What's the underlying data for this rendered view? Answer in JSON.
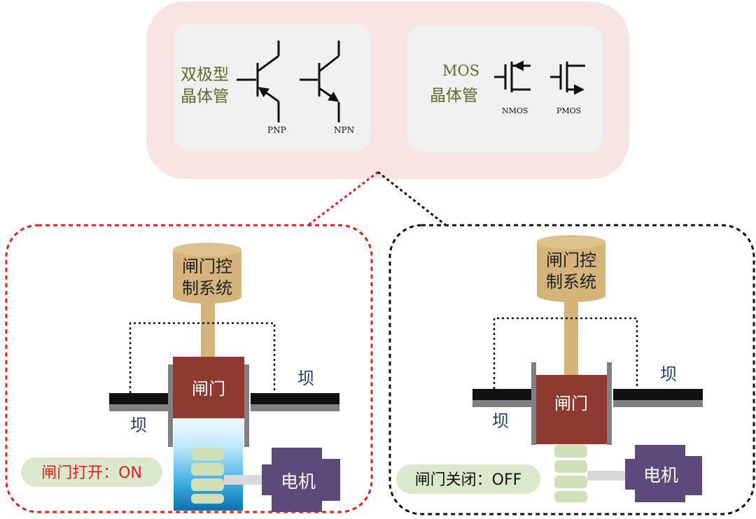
{
  "top": {
    "bipolar_label_line1": "双极型",
    "bipolar_label_line2": "晶体管",
    "pnp_label": "PNP",
    "npn_label": "NPN",
    "mos_label_line1": "MOS",
    "mos_label_line2": "晶体管",
    "nmos_label": "NMOS",
    "pmos_label": "PMOS"
  },
  "left_panel": {
    "control_line1": "闸门控",
    "control_line2": "制系统",
    "gate_label": "闸门",
    "dam_right": "坝",
    "dam_left": "坝",
    "status": "闸门打开：ON",
    "motor": "电机"
  },
  "right_panel": {
    "control_line1": "闸门控",
    "control_line2": "制系统",
    "gate_label": "闸门",
    "dam_right": "坝",
    "dam_left": "坝",
    "status": "闸门关闭：OFF",
    "motor": "电机"
  },
  "colors": {
    "top_outer": "#f7e4e3",
    "top_inner": "#f0f0f0",
    "olive_text": "#5b6b2a",
    "control_system": "#d4b47a",
    "gate": "#8e3a31",
    "dam_dark": "#111111",
    "dam_gray": "#808080",
    "motor": "#5e4a7a",
    "status_bg": "#dbe8cc",
    "on_text": "#e02020",
    "dam_label": "#1f3a6e",
    "left_border": "#e02020",
    "right_border": "#111111"
  }
}
